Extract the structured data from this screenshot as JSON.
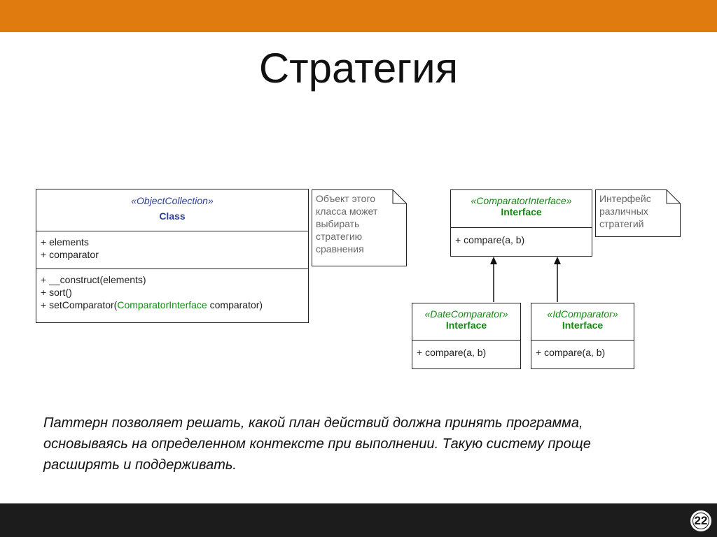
{
  "slide": {
    "title": "Стратегия",
    "page_number": "22",
    "description": [
      "Паттерн позволяет решать, какой план действий должна принять программа,",
      "основываясь на определенном контексте при выполнении. Такую систему проще",
      "расширять и поддерживать."
    ]
  },
  "diagram": {
    "object_collection": {
      "stereotype": "«ObjectCollection»",
      "kind": "Class",
      "attributes": [
        "+ elements",
        "+ comparator"
      ],
      "methods": {
        "construct": "+ __construct(elements)",
        "sort": "+ sort()",
        "set_prefix": "+ setComparator(",
        "set_type": "ComparatorInterface",
        "set_suffix": " comparator)"
      }
    },
    "object_note": [
      "Объект этого",
      "класса может",
      "выбирать",
      "стратегию",
      "сравнения"
    ],
    "comparator_interface": {
      "stereotype": "«ComparatorInterface»",
      "kind": "Interface",
      "methods": [
        "+ compare(a, b)"
      ]
    },
    "interface_note": [
      "Интерфейс",
      "различных",
      "стратегий"
    ],
    "date_comparator": {
      "stereotype": "«DateComparator»",
      "kind": "Interface",
      "methods": [
        "+ compare(a, b)"
      ]
    },
    "id_comparator": {
      "stereotype": "«IdComparator»",
      "kind": "Interface",
      "methods": [
        "+ compare(a, b)"
      ]
    }
  },
  "colors": {
    "header_bar": "#e07b0f",
    "footer_bar": "#1c1c1c",
    "class_text": "#2c3e9a",
    "interface_text": "#128a12"
  }
}
